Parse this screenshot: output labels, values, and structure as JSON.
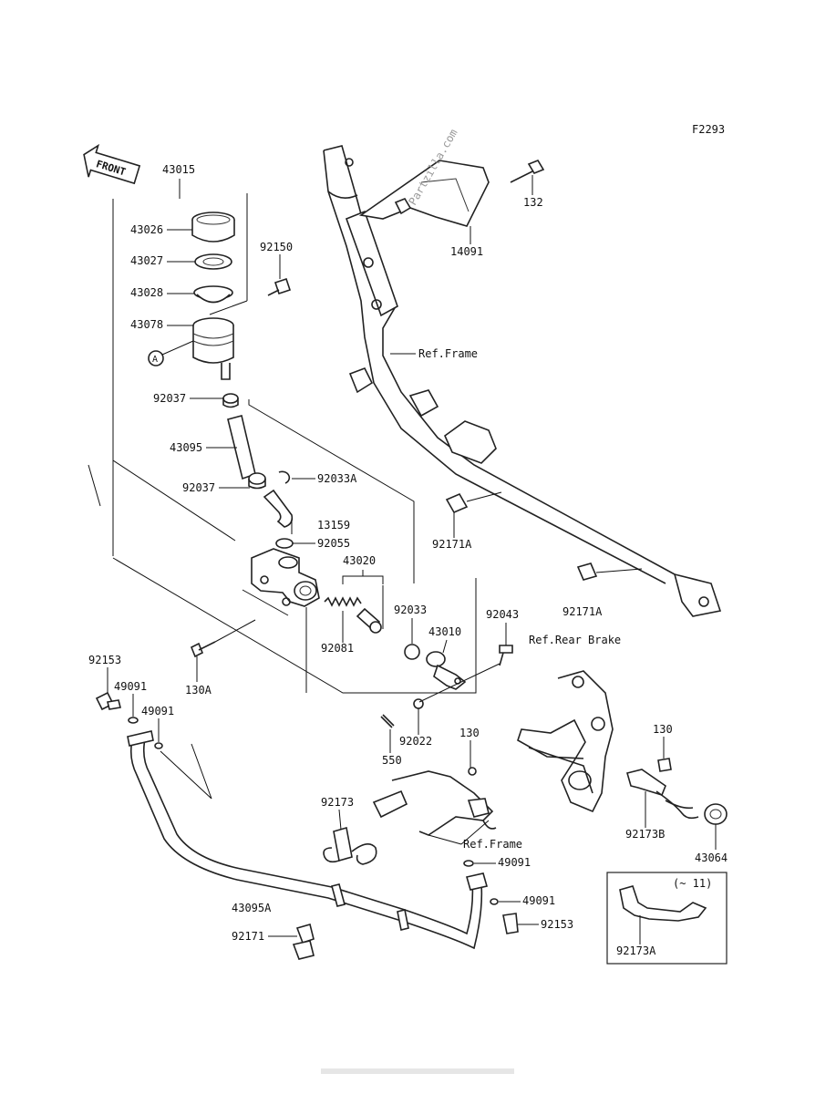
{
  "figure_code": "F2293",
  "front_label": "FRONT",
  "watermark": "Partzilla.com",
  "labels": {
    "p43015": "43015",
    "p43026": "43026",
    "p43027": "43027",
    "p43028": "43028",
    "p43078": "43078",
    "callout_a": "A",
    "p92150": "92150",
    "p92037_top": "92037",
    "p43095": "43095",
    "p92037_bottom": "92037",
    "p92033a": "92033A",
    "p13159": "13159",
    "p92055": "92055",
    "p43020": "43020",
    "p92033": "92033",
    "p92081": "92081",
    "p43010": "43010",
    "p92043": "92043",
    "p130a": "130A",
    "p92153_left": "92153",
    "p49091_a": "49091",
    "p49091_b": "49091",
    "p92022": "92022",
    "p550": "550",
    "p130_mid": "130",
    "p92173": "92173",
    "ref_frame_lower": "Ref.Frame",
    "p49091_c": "49091",
    "p49091_d": "49091",
    "p92153_right": "92153",
    "p43095a": "43095A",
    "p92171": "92171",
    "p132": "132",
    "p14091": "14091",
    "ref_frame_upper": "Ref.Frame",
    "p92171a_left": "92171A",
    "p92171a_right": "92171A",
    "ref_rear_brake": "Ref.Rear Brake",
    "p130_right": "130",
    "p92173b": "92173B",
    "p43064": "43064",
    "inset_note": "(~ 11)",
    "p92173a": "92173A"
  },
  "footer": ""
}
